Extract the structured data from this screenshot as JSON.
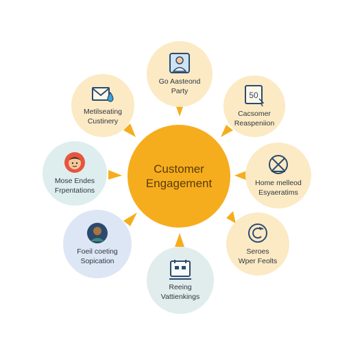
{
  "center": {
    "line1": "Customer",
    "line2": "Engagement"
  },
  "nodes": [
    {
      "id": "top",
      "line1": "Go Aasteond",
      "line2": "Party",
      "icon": "person-portrait-icon",
      "fill": "#fbeac4"
    },
    {
      "id": "top-right",
      "line1": "Cacsomer",
      "line2": "Reaspeniion",
      "icon": "discount-badge-icon",
      "fill": "#fbeac4"
    },
    {
      "id": "right",
      "line1": "Home melleod",
      "line2": "Esyaeratims",
      "icon": "target-cross-icon",
      "fill": "#fbeac4"
    },
    {
      "id": "bottom-right",
      "line1": "Seroes",
      "line2": "Wper Feolts",
      "icon": "copyright-circle-icon",
      "fill": "#fbeac4"
    },
    {
      "id": "bottom",
      "line1": "Reeing",
      "line2": "Vattienkings",
      "icon": "calendar-board-icon",
      "fill": "#e1ecec"
    },
    {
      "id": "bottom-left",
      "line1": "Foeil coeting",
      "line2": "Sopication",
      "icon": "person-avatar-icon",
      "fill": "#dde6f4"
    },
    {
      "id": "left",
      "line1": "Mose Endes",
      "line2": "Frpentations",
      "icon": "person-face-icon",
      "fill": "#deedee"
    },
    {
      "id": "top-left",
      "line1": "Metilseating",
      "line2": "Custinery",
      "icon": "envelope-drop-icon",
      "fill": "#fbeac4"
    }
  ],
  "colors": {
    "center": "#f6ad1d",
    "arrow": "#f6ad1d",
    "icon_stroke": "#2c4a6e"
  }
}
